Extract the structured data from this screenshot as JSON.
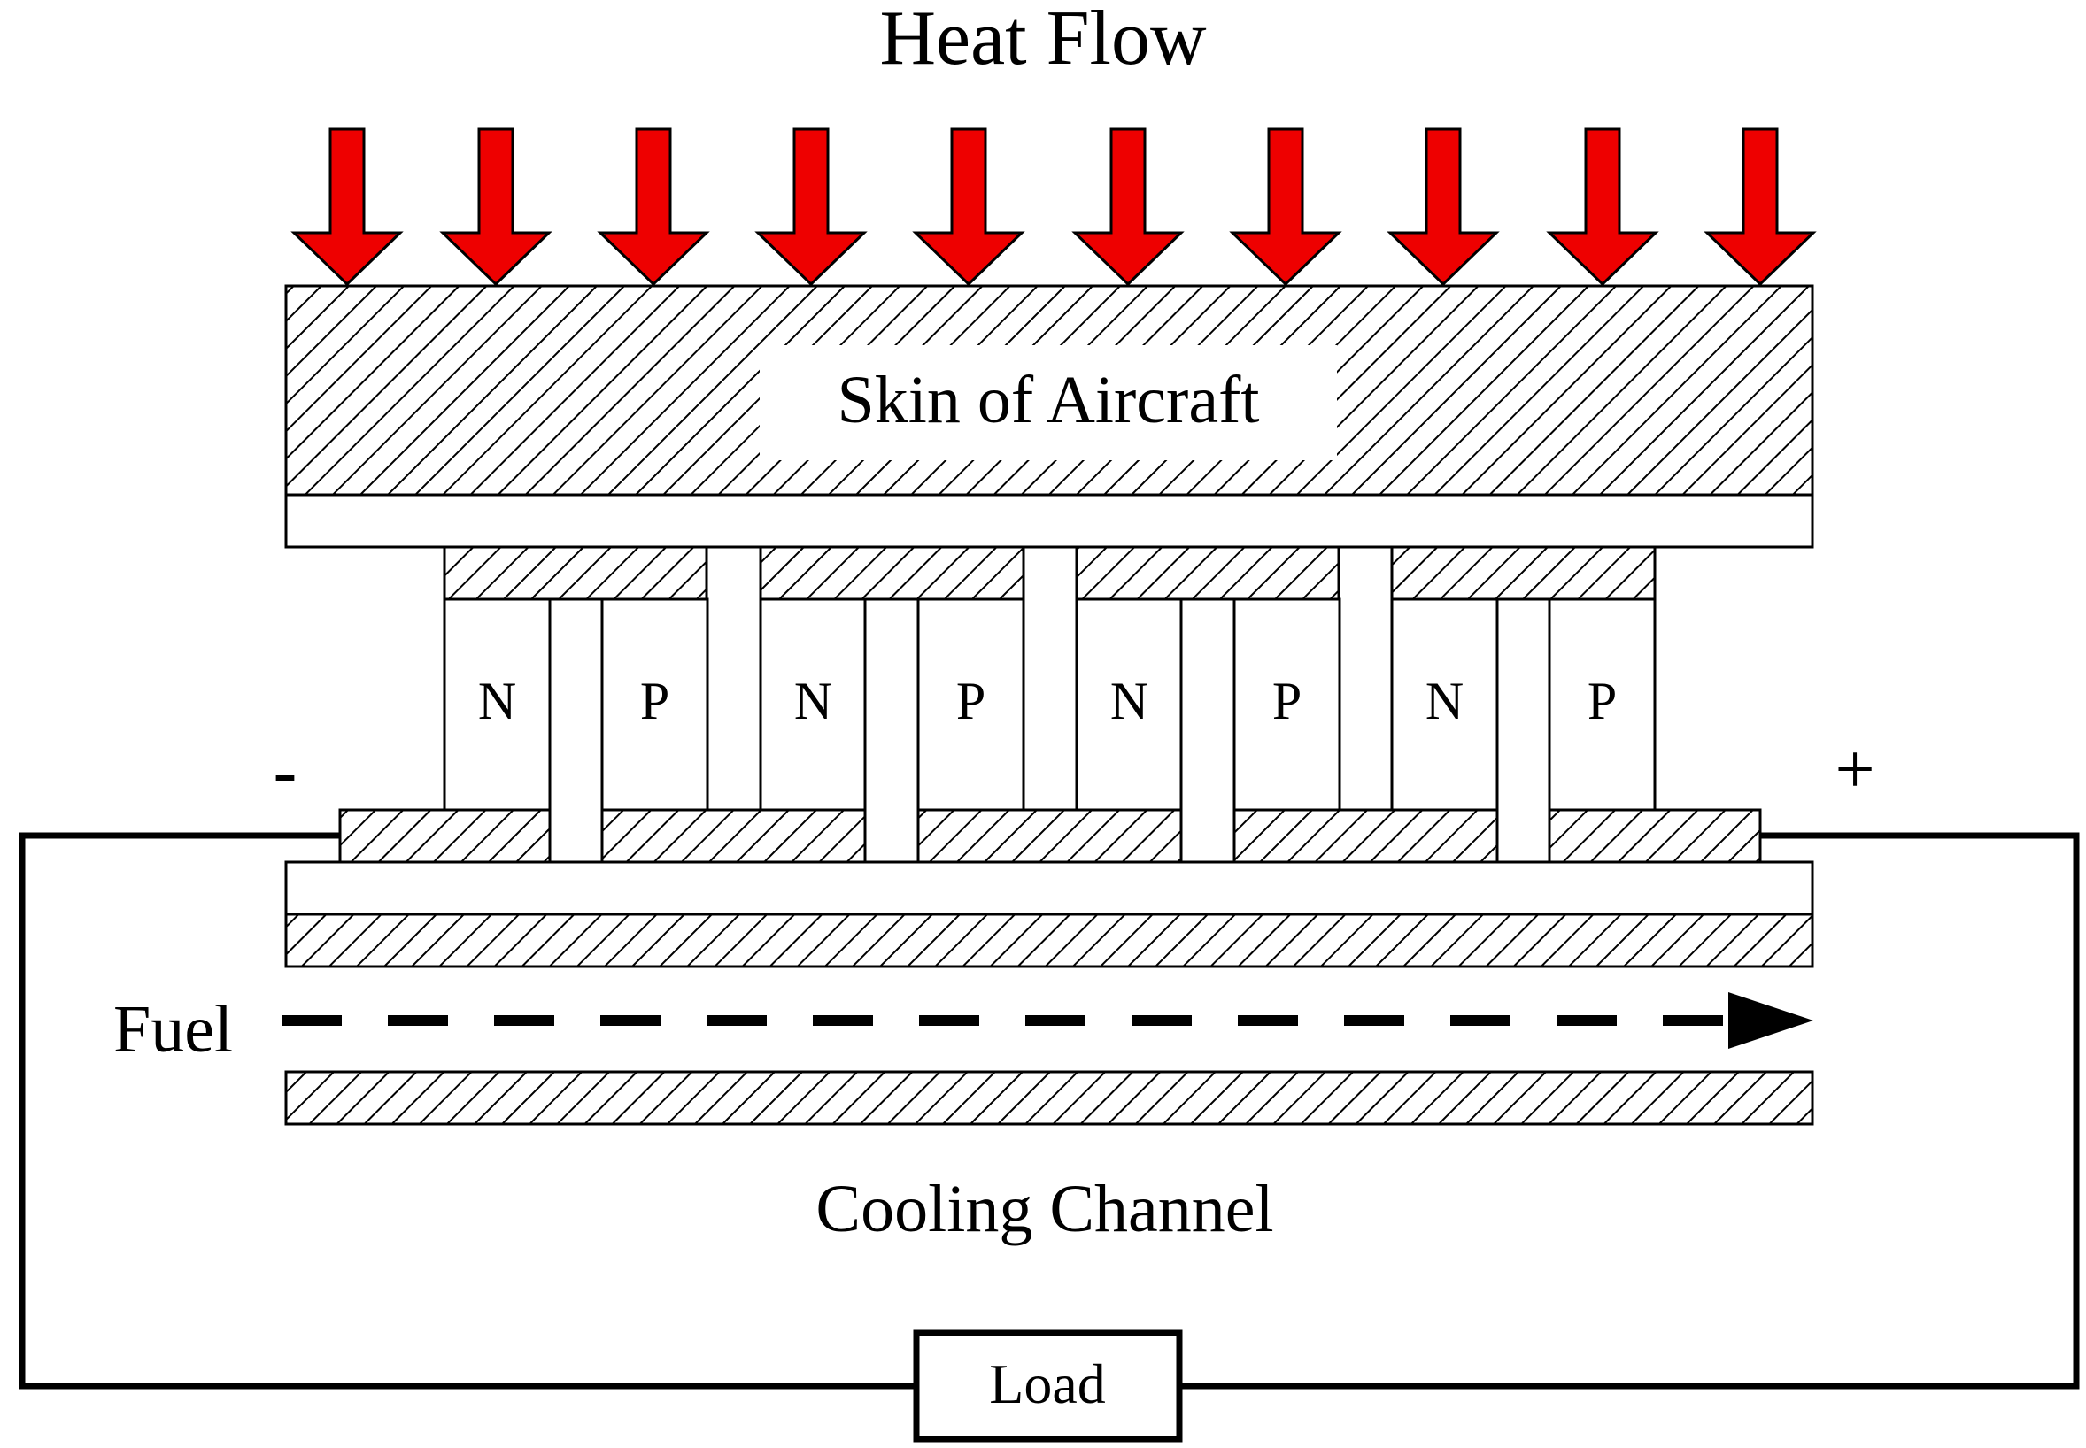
{
  "title": "Heat Flow",
  "labels": {
    "skin": "Skin of Aircraft",
    "fuel": "Fuel",
    "cooling_channel": "Cooling Channel",
    "load": "Load",
    "negative_terminal": "-",
    "positive_terminal": "+"
  },
  "legs": [
    "N",
    "P",
    "N",
    "P",
    "N",
    "P",
    "N",
    "P"
  ],
  "colors": {
    "heat_arrow": "#ee0000",
    "stroke": "#000000",
    "hatch": "#000000",
    "background": "#ffffff"
  }
}
